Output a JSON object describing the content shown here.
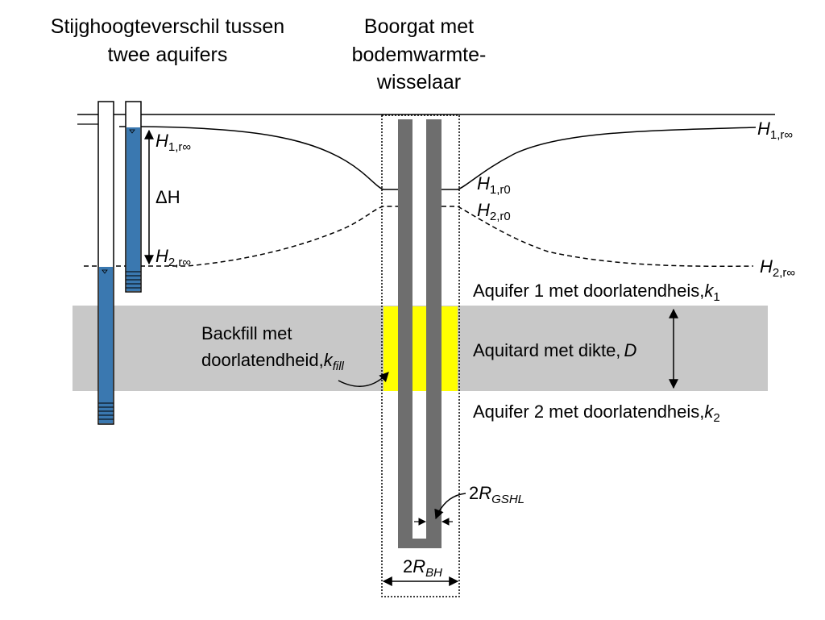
{
  "titles": {
    "left": [
      "Stijghoogteverschil tussen",
      "twee aquifers"
    ],
    "center": [
      "Boorgat met",
      "bodemwarmte-",
      "wisselaar"
    ]
  },
  "heads": {
    "h1_rinf": {
      "main": "H",
      "sub": "1,r∞"
    },
    "h1_r0": {
      "main": "H",
      "sub": "1,r0"
    },
    "h2_r0": {
      "main": "H",
      "sub": "2,r0"
    },
    "h2_rinf": {
      "main": "H",
      "sub": "2,r∞"
    },
    "delta": "ΔH"
  },
  "layers": {
    "aquifer1": {
      "text": "Aquifer 1 met doorlatendheis,",
      "symbol": "k",
      "sub": "1"
    },
    "aquitard": {
      "text": "Aquitard met dikte,",
      "symbol": "D"
    },
    "aquifer2": {
      "text": "Aquifer 2 met doorlatendheis,",
      "symbol": "k",
      "sub": "2"
    }
  },
  "backfill": {
    "line1": "Backfill met",
    "line2": "doorlatendheid,",
    "symbol": "k",
    "sub": "fill"
  },
  "dimensions": {
    "gshl": {
      "prefix": "2",
      "symbol": "R",
      "sub": "GSHL"
    },
    "bh": {
      "prefix": "2",
      "symbol": "R",
      "sub": "BH"
    }
  },
  "colors": {
    "aquitard": "#c8c8c8",
    "backfill": "#ffff00",
    "pipe": "#6e6e6e",
    "water": "#3a78b0"
  }
}
